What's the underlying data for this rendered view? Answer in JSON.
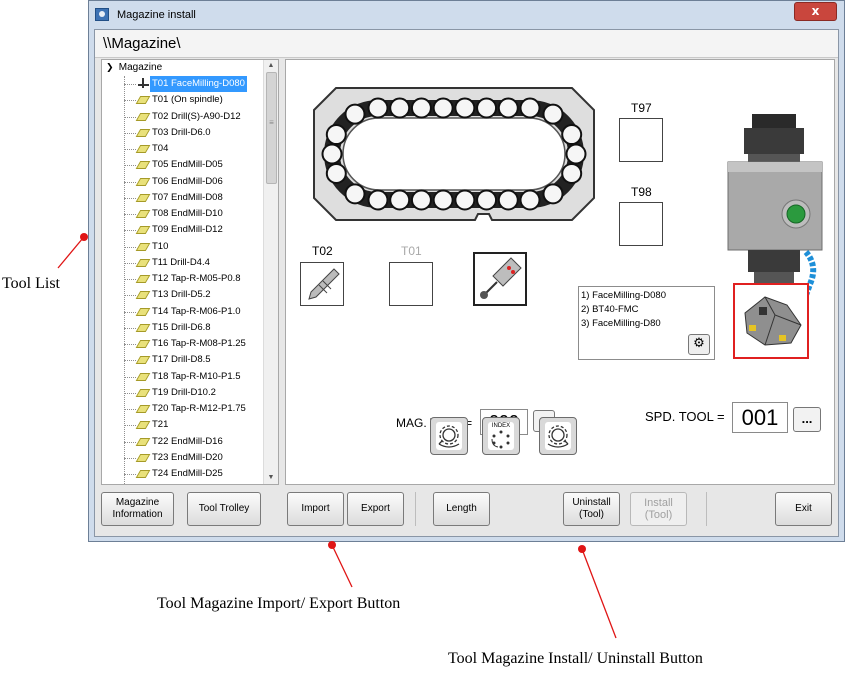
{
  "window": {
    "title": "Magazine install",
    "close_glyph": "x",
    "path": "\\\\Magazine\\"
  },
  "tree": {
    "root_label": "Magazine",
    "items": [
      {
        "label": "T01 FaceMilling-D080",
        "icon": "tool-holder-icon",
        "selected": true
      },
      {
        "label": "T01 (On spindle)",
        "icon": "tool-icon"
      },
      {
        "label": "T02 Drill(S)-A90-D12",
        "icon": "tool-icon"
      },
      {
        "label": "T03 Drill-D6.0",
        "icon": "tool-icon"
      },
      {
        "label": "T04",
        "icon": "tool-icon"
      },
      {
        "label": "T05 EndMill-D05",
        "icon": "tool-icon"
      },
      {
        "label": "T06 EndMill-D06",
        "icon": "tool-icon"
      },
      {
        "label": "T07 EndMill-D08",
        "icon": "tool-icon"
      },
      {
        "label": "T08 EndMill-D10",
        "icon": "tool-icon"
      },
      {
        "label": "T09 EndMill-D12",
        "icon": "tool-icon"
      },
      {
        "label": "T10",
        "icon": "tool-icon"
      },
      {
        "label": "T11 Drill-D4.4",
        "icon": "tool-icon"
      },
      {
        "label": "T12 Tap-R-M05-P0.8",
        "icon": "tool-icon"
      },
      {
        "label": "T13 Drill-D5.2",
        "icon": "tool-icon"
      },
      {
        "label": "T14 Tap-R-M06-P1.0",
        "icon": "tool-icon"
      },
      {
        "label": "T15 Drill-D6.8",
        "icon": "tool-icon"
      },
      {
        "label": "T16 Tap-R-M08-P1.25",
        "icon": "tool-icon"
      },
      {
        "label": "T17 Drill-D8.5",
        "icon": "tool-icon"
      },
      {
        "label": "T18 Tap-R-M10-P1.5",
        "icon": "tool-icon"
      },
      {
        "label": "T19 Drill-D10.2",
        "icon": "tool-icon"
      },
      {
        "label": "T20 Tap-R-M12-P1.75",
        "icon": "tool-icon"
      },
      {
        "label": "T21",
        "icon": "tool-icon"
      },
      {
        "label": "T22 EndMill-D16",
        "icon": "tool-icon"
      },
      {
        "label": "T23 EndMill-D20",
        "icon": "tool-icon"
      },
      {
        "label": "T24 EndMill-D25",
        "icon": "tool-icon"
      }
    ]
  },
  "panel": {
    "slot_t97": "T97",
    "slot_t98": "T98",
    "slot_t02": "T02",
    "slot_t01": "T01",
    "preview_lines": [
      "1) FaceMilling-D080",
      "2) BT40-FMC",
      "3) FaceMilling-D80"
    ],
    "mag_tool_label": "MAG. TOOL =",
    "mag_tool_value": "099",
    "spd_tool_label": "SPD. TOOL =",
    "spd_tool_value": "001",
    "ellipsis": "...",
    "index_label": "INDEX"
  },
  "buttons": {
    "magazine_information": "Magazine\nInformation",
    "tool_trolley": "Tool Trolley",
    "import": "Import",
    "export": "Export",
    "length": "Length",
    "uninstall": "Uninstall\n(Tool)",
    "install": "Install\n(Tool)",
    "exit": "Exit"
  },
  "annotations": {
    "tool_list": "Tool List",
    "import_export": "Tool Magazine Import/ Export Button",
    "install_uninstall": "Tool Magazine Install/ Uninstall Button"
  },
  "colors": {
    "annotation_dot": "#e01515",
    "selection": "#3399ff",
    "tool_preview_border": "#e02020"
  }
}
